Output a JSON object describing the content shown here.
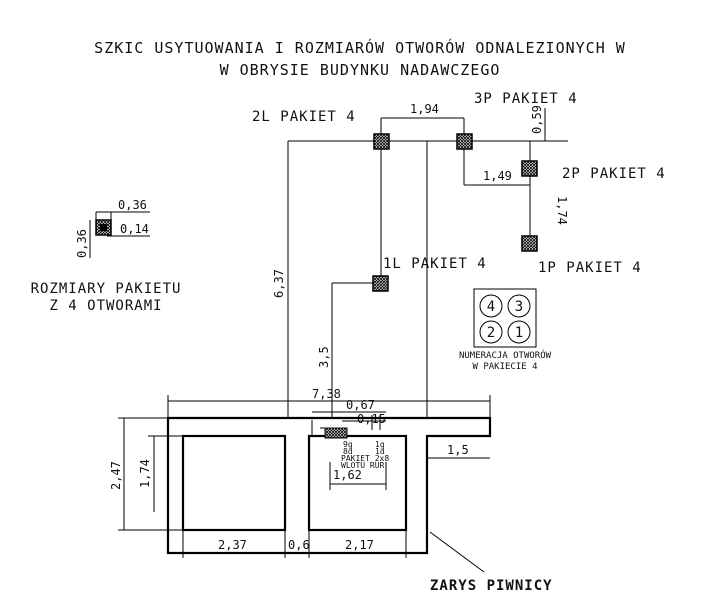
{
  "title": {
    "line1": "SZKIC USYTUOWANIA I ROZMIARÓW OTWORÓW ODNALEZIONYCH W",
    "line2": "W OBRYSIE BUDYNKU NADAWCZEGO"
  },
  "packets": {
    "p2L": "2L PAKIET 4",
    "p3P": "3P PAKIET 4",
    "p2P": "2P PAKIET 4",
    "p1L": "1L PAKIET 4",
    "p1P": "1P PAKIET 4"
  },
  "legend": {
    "title_line1": "ROZMIARY PAKIETU",
    "title_line2": "Z 4 OTWORAMI",
    "dim_outer": "0,36",
    "dim_inner": "0,14",
    "dim_vert": "0,36"
  },
  "numbering": {
    "cells": [
      "4",
      "3",
      "2",
      "1"
    ],
    "caption_line1": "NUMERACJA OTWORÓW",
    "caption_line2": "W PAKIECIE 4"
  },
  "dims": {
    "d194": "1,94",
    "d059": "0,59",
    "d149": "1,49",
    "d174": "1,74",
    "d637": "6,37",
    "d35": "3,5",
    "d738": "7,38",
    "d067": "0,67",
    "d015": "0,15",
    "d15": "1,5",
    "d247": "2,47",
    "d174b": "1,74",
    "d162": "1,62",
    "d237": "2,37",
    "d06": "0,6",
    "d217": "2,17"
  },
  "inner": {
    "label_a": "PAKIET 2x8",
    "label_b": "WLOTU RUR",
    "m9g": "9g",
    "m1g": "1g",
    "m8d": "8d",
    "m1d": "1d"
  },
  "zarys": "ZARYS PIWNICY"
}
